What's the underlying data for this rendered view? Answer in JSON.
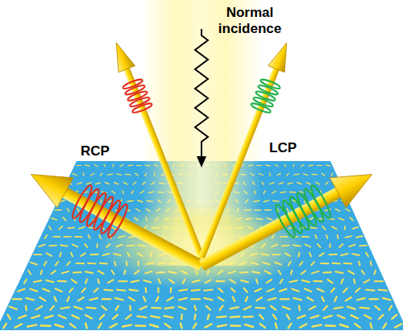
{
  "diagram": {
    "labels": [
      "Normal incidence",
      "RCP",
      "LCP"
    ]
  }
}
